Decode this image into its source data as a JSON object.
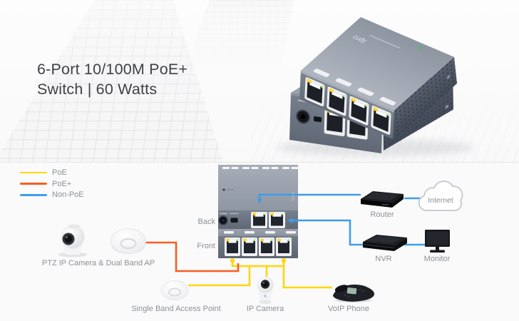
{
  "header": {
    "title_line1": "6-Port 10/100M PoE+",
    "title_line2": "Switch | 60 Watts",
    "brand": "cudy"
  },
  "legend": {
    "items": [
      {
        "label": "PoE",
        "color": "#FFD60F"
      },
      {
        "label": "PoE+",
        "color": "#F95D20"
      },
      {
        "label": "Non-PoE",
        "color": "#3F9CEB"
      }
    ]
  },
  "diagram": {
    "switch": {
      "back_label": "Back",
      "front_label": "Front"
    },
    "devices": [
      {
        "label": "PTZ IP Camera & Dual Band AP",
        "connection": "PoE+"
      },
      {
        "label": "Single Band Access Point",
        "connection": "PoE"
      },
      {
        "label": "IP Camera",
        "connection": "PoE"
      },
      {
        "label": "VoIP Phone",
        "connection": "PoE"
      },
      {
        "label": "Router",
        "connection": "Non-PoE"
      },
      {
        "label": "Internet",
        "connection": "Non-PoE"
      },
      {
        "label": "NVR",
        "connection": "Non-PoE"
      },
      {
        "label": "Monitor",
        "connection": "Non-PoE"
      }
    ],
    "connections": [
      {
        "from": "Dual Band AP",
        "to": "Switch front port 1",
        "type": "PoE+"
      },
      {
        "from": "Single Band Access Point",
        "to": "Switch front port 2",
        "type": "PoE"
      },
      {
        "from": "IP Camera",
        "to": "Switch front port 3",
        "type": "PoE"
      },
      {
        "from": "VoIP Phone",
        "to": "Switch front port 4",
        "type": "PoE"
      },
      {
        "from": "Switch back port 1",
        "to": "Router",
        "type": "Non-PoE"
      },
      {
        "from": "Router",
        "to": "Internet",
        "type": "Non-PoE"
      },
      {
        "from": "Switch back port 2",
        "to": "NVR",
        "type": "Non-PoE"
      },
      {
        "from": "NVR",
        "to": "Monitor",
        "type": "Non-PoE"
      }
    ]
  },
  "colors": {
    "poe": "#FFD60F",
    "poe_plus": "#F95D20",
    "non_poe": "#3F9CEB",
    "label_grey": "#8B9196",
    "title_grey": "#3E4245"
  }
}
